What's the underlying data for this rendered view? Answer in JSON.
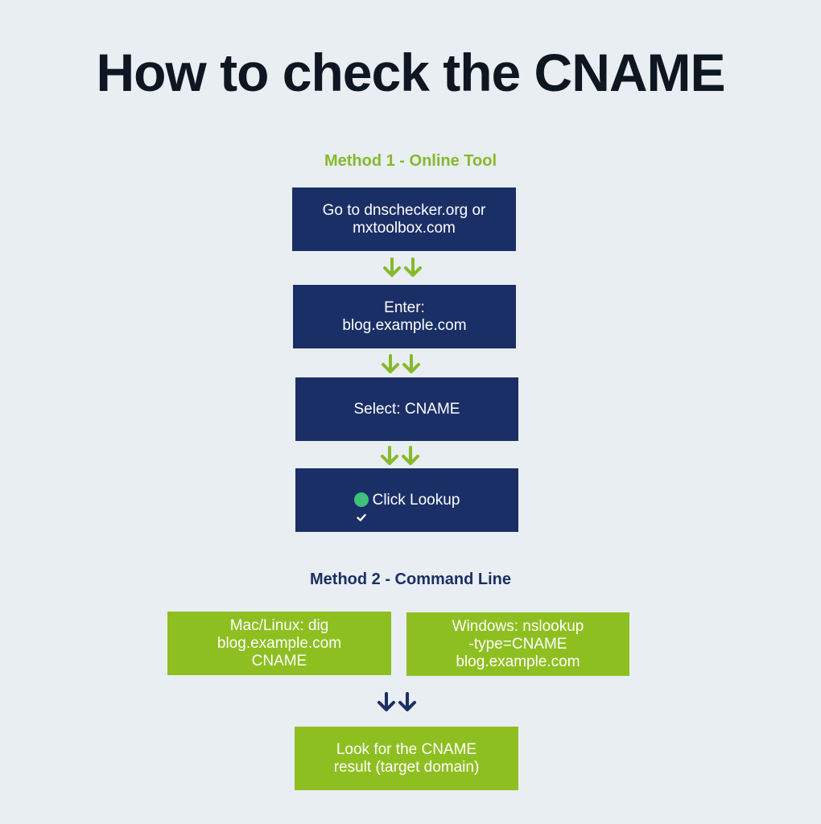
{
  "title": "How to check the CNAME",
  "method1": {
    "heading": "Method 1 - Online Tool",
    "steps": [
      "Go to dnschecker.org or\nmxtoolbox.com",
      "Enter:\nblog.example.com",
      "Select: CNAME",
      "Click Lookup"
    ]
  },
  "method2": {
    "heading": "Method 2 -  Command Line",
    "mac": "Mac/Linux: dig\nblog.example.com\nCNAME",
    "windows": "Windows: nslookup\n-type=CNAME\nblog.example.com",
    "result": "Look for the CNAME\nresult (target domain)"
  },
  "colors": {
    "background": "#e9eef3",
    "navy": "#1b2f67",
    "green": "#8ebf21",
    "check": "#3ec27a"
  },
  "icons": [
    "double-down-arrow-icon",
    "check-circle-icon"
  ]
}
